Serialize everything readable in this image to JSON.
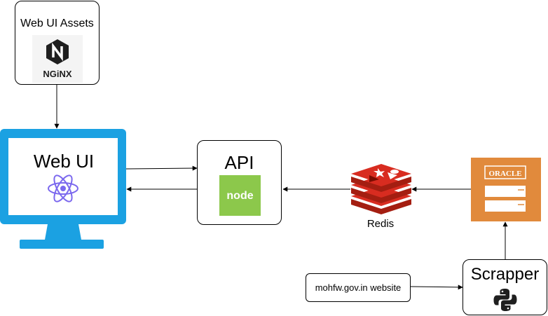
{
  "nodes": {
    "web_assets": {
      "title": "Web UI Assets",
      "logo_text": "NGiNX"
    },
    "web_ui": {
      "title": "Web UI"
    },
    "api": {
      "title": "API",
      "logo_text": "node"
    },
    "redis": {
      "caption": "Redis"
    },
    "oracle": {
      "logo_text": "ORACLE"
    },
    "scrapper": {
      "title": "Scrapper"
    },
    "source": {
      "label": "mohfw.gov.in website"
    }
  },
  "colors": {
    "monitor": "#1ba1e2",
    "node_green": "#8cc84b",
    "react_purple": "#7b68ee",
    "redis_red": "#d82c20",
    "oracle_orange": "#e18a3c",
    "nginx_dark": "#1f1f1f",
    "python_dark": "#1f1f1f"
  }
}
